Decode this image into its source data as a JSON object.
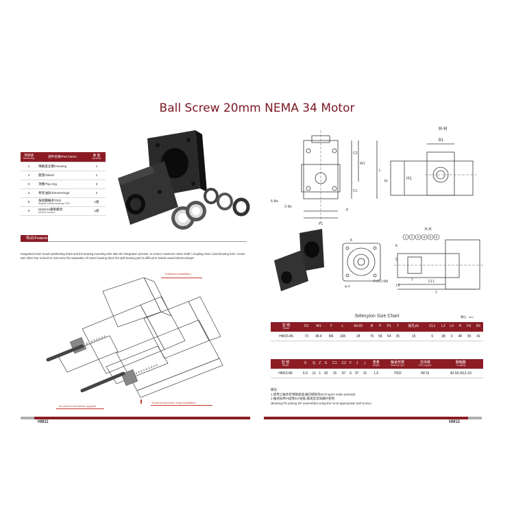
{
  "title": "Ball Screw 20mm NEMA 34 Motor",
  "parts_table": {
    "headers": [
      {
        "main": "項目號",
        "sub": "Numbering"
      },
      {
        "main": "部件名稱/Part Name",
        "sub": ""
      },
      {
        "main": "数 量",
        "sub": "Quantity"
      }
    ],
    "rows": [
      {
        "no": "1",
        "name": "傳動座主體/Housing",
        "sub": "",
        "qty": "1"
      },
      {
        "no": "2",
        "name": "壓蓋/Gland",
        "sub": "",
        "qty": "1"
      },
      {
        "no": "3",
        "name": "頂圈/Top ring",
        "sub": "",
        "qty": "2"
      },
      {
        "no": "4",
        "name": "骨架油封/Simmerrings",
        "sub": "",
        "qty": "2"
      },
      {
        "no": "5",
        "name": "角接觸軸承7002",
        "sub": "Angular contact bearings 7002",
        "qty": "1組"
      },
      {
        "no": "6",
        "name": "M15X1s鎖緊螺母",
        "sub": "M15X1s locknut",
        "qty": "1組"
      }
    ]
  },
  "feature": {
    "tab": "特点/Feature",
    "text": "Integrated motor mount positioning holes and the bearing mounting hole take the integration process, to ensure maximum motor shaft / coupling Axial / axial bearing hole / screw axis other four a break to overcome the separation of motor housing when the split bearing joint is difficult to install coaxial shortcomings!"
  },
  "annotations": {
    "traditional": "Traditional installation",
    "upgrade": "No need to tell adhesi upgrade",
    "enhance": "Enhance precision, easy installation"
  },
  "drawing_labels": {
    "rr": "R-R",
    "kk": "K-K",
    "b1": "B1",
    "w1": "W1",
    "c2": "C2",
    "l": "L",
    "h": "H",
    "h1": "H1",
    "p": "P",
    "p1": "P1",
    "c1": "C1",
    "s": "6-Φs",
    "z": "2-Φz",
    "e": "E",
    "q": "Q",
    "l3": "L3",
    "cl1": "CL1",
    "j": "J",
    "k": "K",
    "t": "T",
    "pcd": "P.C.D.Φd",
    "four_y": "4-Y",
    "circles": [
      "1",
      "2",
      "3",
      "4",
      "5",
      "6"
    ]
  },
  "selection": {
    "title": "Selecyion Size Chart",
    "unit": "單位：mm",
    "table1": {
      "headers": [
        {
          "main": "型 號",
          "sub": "Model"
        },
        {
          "main": "D1",
          "sub": ""
        },
        {
          "main": "W1",
          "sub": ""
        },
        {
          "main": "Y",
          "sub": ""
        },
        {
          "main": "L",
          "sub": ""
        },
        {
          "main": "h0.02",
          "sub": ""
        },
        {
          "main": "B",
          "sub": ""
        },
        {
          "main": "P",
          "sub": ""
        },
        {
          "main": "P1",
          "sub": ""
        },
        {
          "main": "T",
          "sub": ""
        },
        {
          "main": "鉸孔d1",
          "sub": ""
        },
        {
          "main": "CL1",
          "sub": ""
        },
        {
          "main": "L2",
          "sub": ""
        },
        {
          "main": "L3",
          "sub": ""
        },
        {
          "main": "H",
          "sub": ""
        },
        {
          "main": "H1",
          "sub": ""
        },
        {
          "main": "B1",
          "sub": ""
        }
      ],
      "row": [
        "HM15-86",
        "73",
        "98.4",
        "M6",
        "108",
        "28",
        "70",
        "58",
        "54",
        "35",
        "15",
        "6",
        "38",
        "3",
        "48",
        "39",
        "41"
      ]
    },
    "table2": {
      "headers": [
        {
          "main": "型 號",
          "sub": "Model"
        },
        {
          "main": "S",
          "sub": ""
        },
        {
          "main": "Q",
          "sub": ""
        },
        {
          "main": "Z",
          "sub": ""
        },
        {
          "main": "E",
          "sub": ""
        },
        {
          "main": "C1",
          "sub": ""
        },
        {
          "main": "C2",
          "sub": ""
        },
        {
          "main": "F",
          "sub": ""
        },
        {
          "main": "J",
          "sub": ""
        },
        {
          "main": "j",
          "sub": ""
        },
        {
          "main": "重量",
          "sub": "weight"
        },
        {
          "main": "軸承形態",
          "sub": "Bearing Type"
        },
        {
          "main": "支持端",
          "sub": "End support"
        },
        {
          "main": "聯軸器",
          "sub": "Coupling"
        }
      ],
      "row": [
        "HM15-86",
        "6.6",
        "11",
        "1",
        "42",
        "15",
        "87",
        "6",
        "97",
        "15",
        "1.6",
        "7002",
        "BF15",
        "40-50-Φ12-19"
      ]
    },
    "notes": [
      "備註:",
      "1.使用之軸承皆預壓處理,軸向間隙為0(All types make preload)",
      "2.軸承採用P5配對DF組裝,最適宜滾珠螺杆使用.",
      "(Boaring P5 pairing DF assembled using the most appropriate ball screw.)"
    ]
  },
  "pages": {
    "left": "HM11",
    "right": "HM12"
  },
  "colors": {
    "accent": "#8b1c24",
    "annotation": "#c0392b"
  }
}
